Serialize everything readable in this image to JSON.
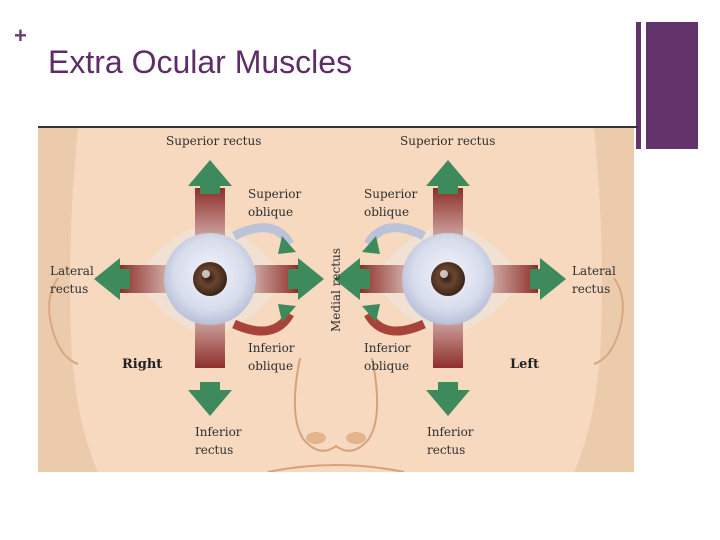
{
  "slide": {
    "bullet": "+",
    "title": "Extra Ocular Muscles"
  },
  "diagram": {
    "labels": {
      "superior_rectus_right": "Superior rectus",
      "superior_rectus_left": "Superior rectus",
      "superior_oblique_right_l1": "Superior",
      "superior_oblique_right_l2": "oblique",
      "superior_oblique_left_l1": "Superior",
      "superior_oblique_left_l2": "oblique",
      "medial_rectus": "Medial rectus",
      "lateral_rectus_right_l1": "Lateral",
      "lateral_rectus_right_l2": "rectus",
      "lateral_rectus_left_l1": "Lateral",
      "lateral_rectus_left_l2": "rectus",
      "inferior_oblique_right_l1": "Inferior",
      "inferior_oblique_right_l2": "oblique",
      "inferior_oblique_left_l1": "Inferior",
      "inferior_oblique_left_l2": "oblique",
      "inferior_rectus_right_l1": "Inferior",
      "inferior_rectus_right_l2": "rectus",
      "inferior_rectus_left_l1": "Inferior",
      "inferior_rectus_left_l2": "rectus",
      "side_right": "Right",
      "side_left": "Left"
    },
    "colors": {
      "skin": "#f6d9bf",
      "skin_shadow": "#e8bd98",
      "arrow": "#3d8a5c",
      "muscle": "#a8433a",
      "sclera": "#d8ddec",
      "iris": "#5a3a26"
    }
  }
}
